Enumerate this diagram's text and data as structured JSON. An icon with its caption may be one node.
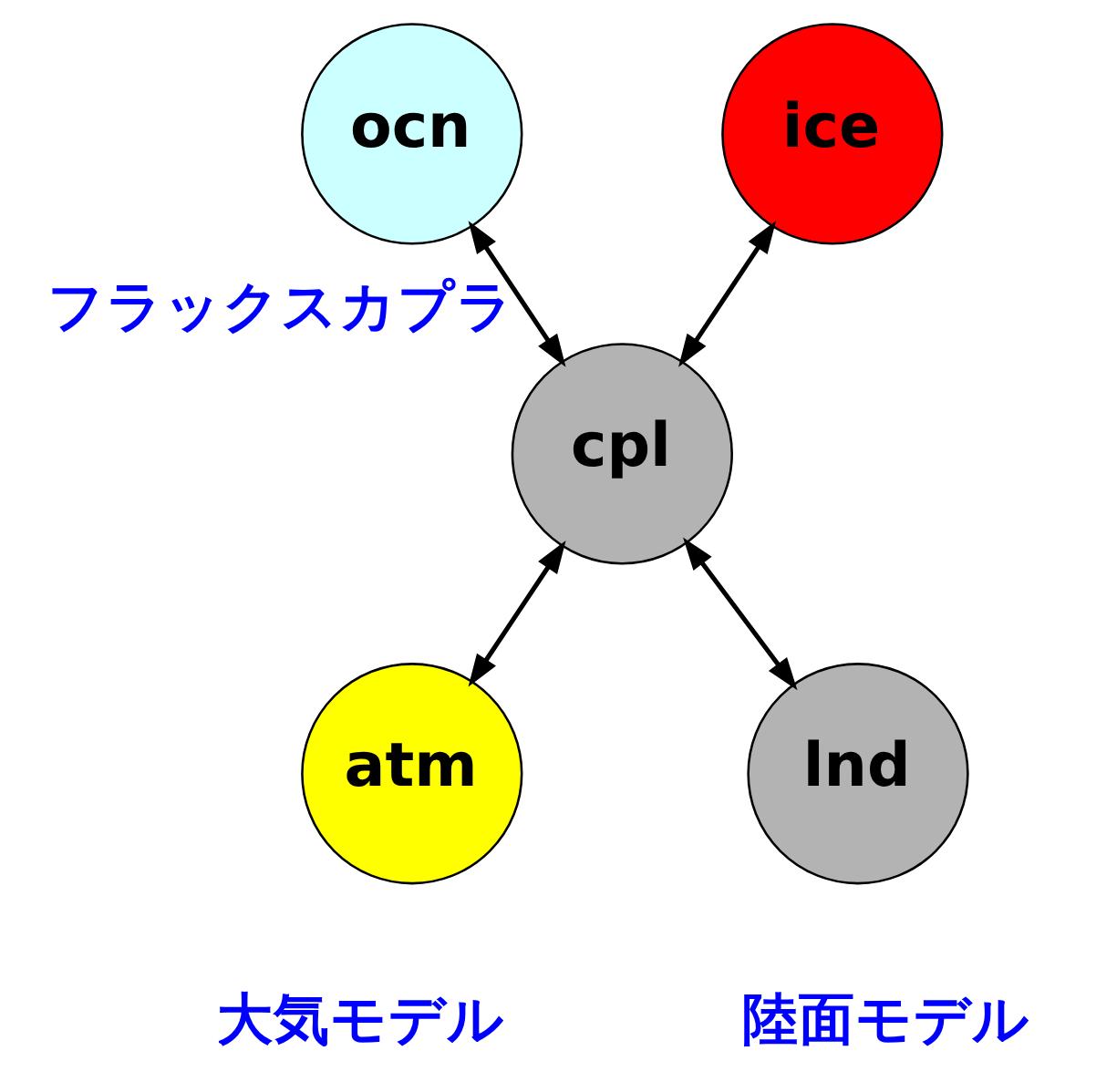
{
  "diagram": {
    "nodes": [
      {
        "text": [
          "ocn"
        ]
      },
      {
        "text": [
          "ice"
        ]
      },
      {
        "text": [
          "cpl"
        ],
        "beside": [
          "フラックスカプラ"
        ]
      },
      {
        "text": [
          "atm"
        ],
        "beside": [
          "大気モデル"
        ]
      },
      {
        "text": [
          "lnd"
        ],
        "beside": [
          "陸面モデル"
        ]
      }
    ],
    "edges": [
      {
        "from": 0,
        "to": 2,
        "arrow": "both"
      },
      {
        "from": 1,
        "to": 2,
        "arrow": "both"
      },
      {
        "from": 2,
        "to": 3,
        "arrow": "both"
      },
      {
        "from": 2,
        "to": 4,
        "arrow": "both"
      }
    ]
  }
}
